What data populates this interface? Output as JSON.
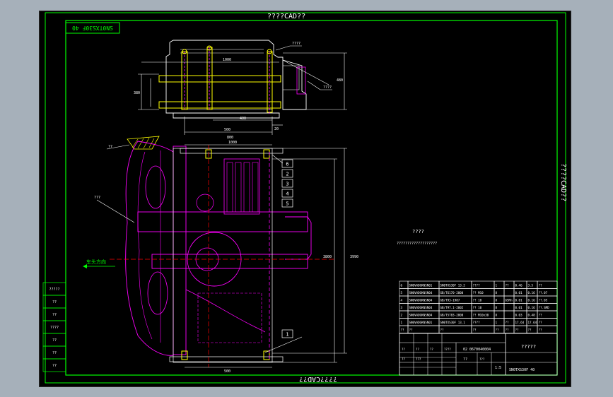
{
  "colors": {
    "background": "#000000",
    "frame": "#00ff00",
    "chassis": "#ff00ff",
    "component": "#ffff00",
    "dimension": "#ffffff",
    "hatch": "#00ffff"
  },
  "frame": {
    "title_top": "????CAD??",
    "title_bottom": "????CAD??",
    "title_right": "????CAD??",
    "drawing_no_mirrored": "SN0TXS30F 40"
  },
  "notes": {
    "heading": "????",
    "body": "???????????????????"
  },
  "callouts": {
    "upper_right_1": "????",
    "upper_right_2": "????",
    "hatch_label": "??",
    "chassis_label": "???",
    "direction": "车头方向",
    "balloons": [
      "6",
      "2",
      "3",
      "4",
      "5",
      "1"
    ]
  },
  "dimensions": {
    "upper_top": "1000",
    "upper_left_h": "380",
    "upper_right_h": "480",
    "upper_inner": "400",
    "upper_bottom_1": "500",
    "upper_bottom_2": "800",
    "upper_mid": "20",
    "lower_top": "1000",
    "lower_bottom": "500",
    "lower_right_1": "3800",
    "lower_right_2": "3990"
  },
  "left_table": {
    "rows": [
      "?????",
      "??",
      "??",
      "????",
      "??",
      "??",
      "??"
    ]
  },
  "bom": {
    "rows": [
      [
        "6",
        "SN0VADGKNSN01",
        "SN0TXS30F 13.2",
        "????",
        "1",
        "??",
        "0.46",
        "3.5",
        "??"
      ],
      [
        "5",
        "SN0VADGKNSN04",
        "GB/T6170-2000",
        "?? M10",
        "8",
        "",
        "0.01",
        "0.16",
        "??.07"
      ],
      [
        "4",
        "SN0VADGKNSN04",
        "GB/T93-1987",
        "?? 10",
        "8",
        "65Mn",
        "0.01",
        "0.16",
        "??.05"
      ],
      [
        "3",
        "SN0VADGKNSN04",
        "GB/T97.1-2002",
        "?? 10",
        "8",
        "",
        "0.01",
        "0.16",
        "??.SMD"
      ],
      [
        "2",
        "SN0VADGKNSN04",
        "GB/T5783-2000",
        "?? M10x30",
        "8",
        "",
        "0.03",
        "0.48",
        "??"
      ],
      [
        "1",
        "SN0VADGKNSN01",
        "SN0TXS30F 13.1",
        "????",
        "1",
        "??",
        "17.64",
        "17.64",
        "??"
      ]
    ],
    "header": [
      "??",
      "??",
      "??",
      "??",
      "??",
      "??",
      "??",
      "??",
      "??"
    ]
  },
  "title_block": {
    "code": "02 0670040004",
    "name": "?????",
    "drawing_no": "SN0TXS30F 40",
    "scale": "1:5",
    "sheet": "??",
    "cells": [
      "??",
      "??",
      "??",
      "????",
      "??",
      "???",
      "???"
    ]
  }
}
